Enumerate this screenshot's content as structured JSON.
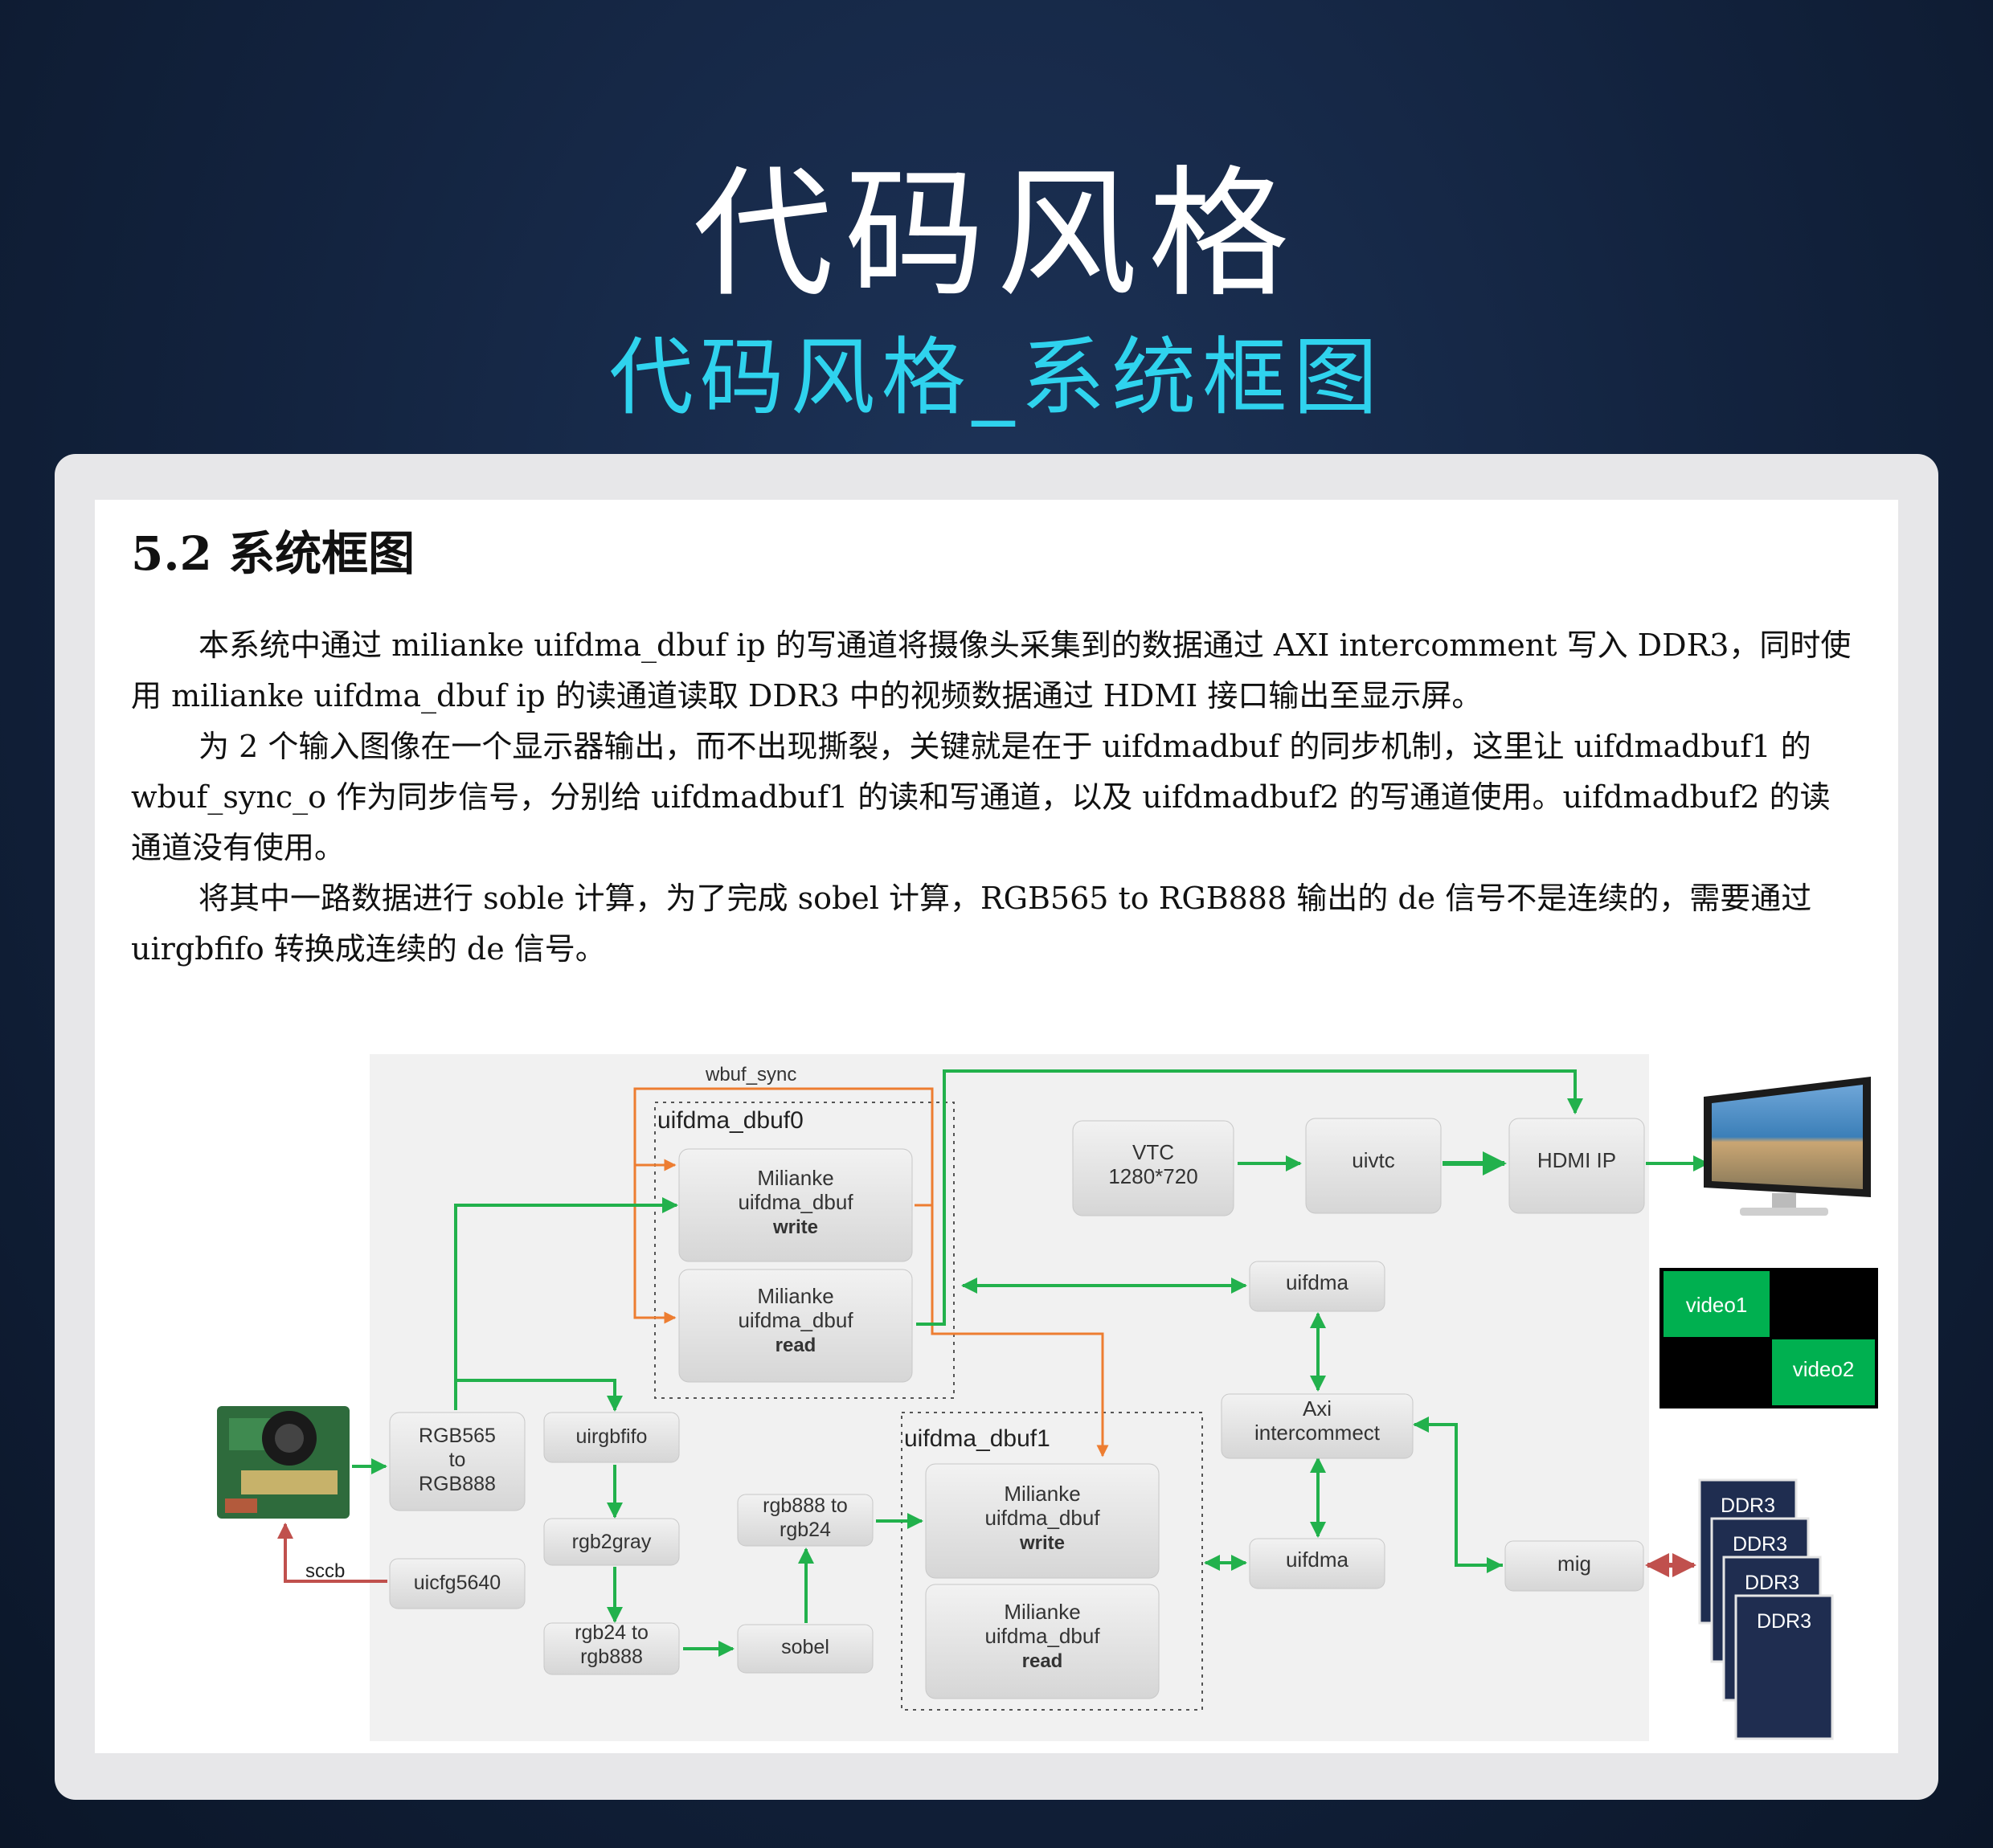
{
  "header": {
    "title": "代码风格",
    "subtitle": "代码风格_系统框图"
  },
  "document": {
    "section_title": "5.2 系统框图",
    "paragraphs": [
      "本系统中通过 milianke uifdma_dbuf ip 的写通道将摄像头采集到的数据通过 AXI intercomment 写入 DDR3，同时使用 milianke uifdma_dbuf ip 的读通道读取 DDR3 中的视频数据通过 HDMI 接口输出至显示屏。",
      "为 2 个输入图像在一个显示器输出，而不出现撕裂，关键就是在于 uifdmadbuf 的同步机制，这里让 uifdmadbuf1 的 wbuf_sync_o 作为同步信号，分别给 uifdmadbuf1 的读和写通道，以及 uifdmadbuf2 的写通道使用。uifdmadbuf2 的读通道没有使用。",
      "将其中一路数据进行 soble 计算，为了完成 sobel 计算，RGB565 to RGB888 输出的 de 信号不是连续的，需要通过 uirgbfifo 转换成连续的 de 信号。"
    ]
  },
  "diagram": {
    "wbuf_sync": "wbuf_sync",
    "dbuf0_label": "uifdma_dbuf0",
    "dbuf1_label": "uifdma_dbuf1",
    "dbuf0_write": [
      "Milianke",
      "uifdma_dbuf",
      "write"
    ],
    "dbuf0_read": [
      "Milianke",
      "uifdma_dbuf",
      "read"
    ],
    "dbuf1_write": [
      "Milianke",
      "uifdma_dbuf",
      "write"
    ],
    "dbuf1_read": [
      "Milianke",
      "uifdma_dbuf",
      "read"
    ],
    "vtc": [
      "VTC",
      "1280*720"
    ],
    "uivtc": "uivtc",
    "hdmi_ip": "HDMI IP",
    "uifdma_top": "uifdma",
    "uifdma_bottom": "uifdma",
    "axi": [
      "Axi",
      "intercommect"
    ],
    "mig": "mig",
    "rgb565": [
      "RGB565",
      "to",
      "RGB888"
    ],
    "uirgbfifo": "uirgbfifo",
    "rgb2gray": "rgb2gray",
    "rgb24_to_rgb888": [
      "rgb24 to",
      "rgb888"
    ],
    "rgb888_to_rgb24": [
      "rgb888 to",
      "rgb24"
    ],
    "sobel": "sobel",
    "uicfg5640": "uicfg5640",
    "sccb": "sccb",
    "video1": "video1",
    "video2": "video2",
    "ddr3": [
      "DDR3",
      "DDR3",
      "DDR3",
      "DDR3"
    ],
    "colors": {
      "green_line": "#22b14c",
      "orange_line": "#ed7d31",
      "red_line": "#c0504d",
      "video_green": "#00b050",
      "ddr_blue": "#1f2d50"
    }
  }
}
